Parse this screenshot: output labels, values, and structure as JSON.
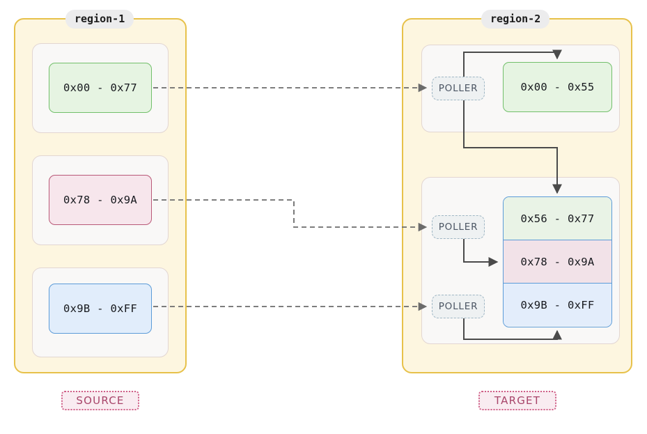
{
  "diagram": {
    "title_left": "region-1",
    "title_right": "region-2",
    "source_badge": "SOURCE",
    "target_badge": "TARGET",
    "poller_label": "POLLER",
    "colors": {
      "region_border": "#e7c14a",
      "region_fill": "#fdf6e0",
      "card_fill": "#f9f8f7",
      "card_border": "#e2d6d2",
      "green_border": "#72bf6a",
      "green_fill": "#e6f4e2",
      "pink_border": "#b95877",
      "pink_fill": "#f7e6ec",
      "blue_border": "#5b9bd8",
      "blue_fill": "#e1edfb",
      "poller_border": "#9fb6c4",
      "poller_fill": "#eef1f2",
      "badge_border": "#cf5f87",
      "badge_fill": "#f9ecf1",
      "badge_text": "#a8456a",
      "connector_dashed": "#6b6b6b",
      "connector_solid": "#4a4a4a"
    },
    "source": {
      "ranges": [
        {
          "label": "0x00 - 0x77",
          "color": "green"
        },
        {
          "label": "0x78 - 0x9A",
          "color": "pink"
        },
        {
          "label": "0x9B - 0xFF",
          "color": "blue"
        }
      ]
    },
    "target": {
      "pollers": [
        {
          "label": "POLLER"
        },
        {
          "label": "POLLER"
        },
        {
          "label": "POLLER"
        }
      ],
      "top_range": {
        "label": "0x00 - 0x55",
        "color": "green"
      },
      "stacked_ranges": [
        {
          "label": "0x56 - 0x77",
          "color": "green"
        },
        {
          "label": "0x78 - 0x9A",
          "color": "pink"
        },
        {
          "label": "0x9B - 0xFF",
          "color": "blue"
        }
      ]
    }
  }
}
